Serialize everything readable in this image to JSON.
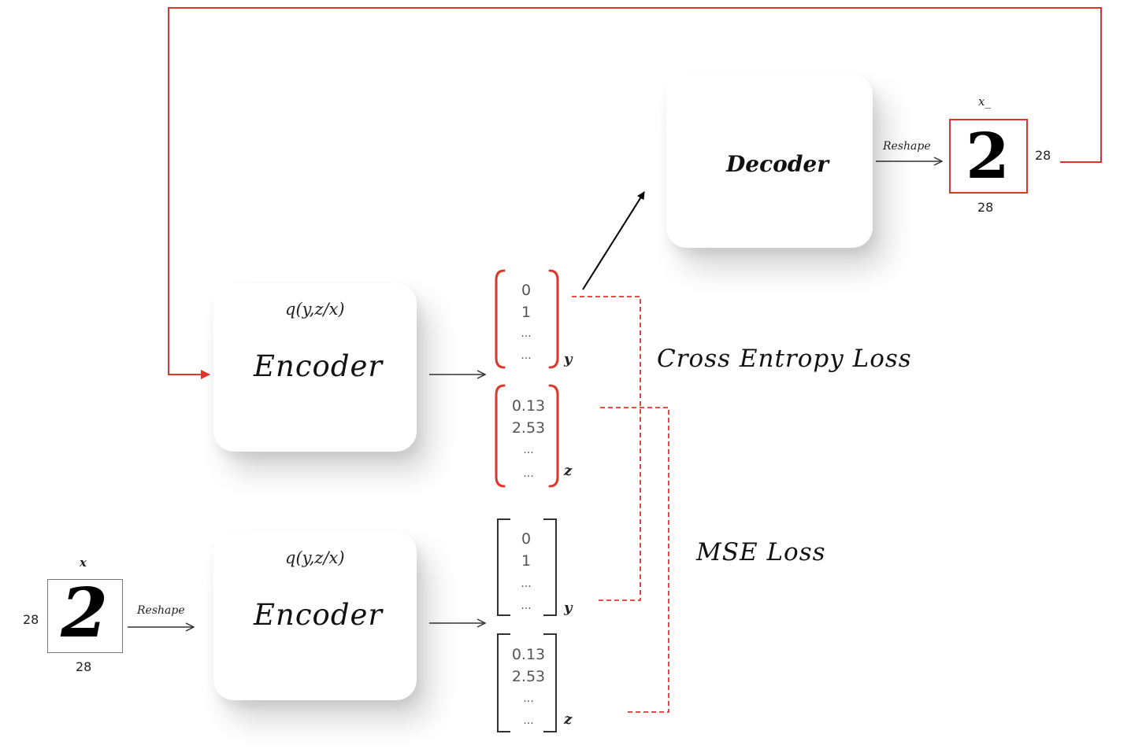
{
  "encoder_top": {
    "posterior": "q(y,z/x)",
    "name": "Encoder"
  },
  "encoder_bottom": {
    "posterior": "q(y,z/x)",
    "name": "Encoder"
  },
  "decoder": {
    "name": "Decoder"
  },
  "vector_y_top": {
    "values": [
      "0",
      "1",
      "...",
      "..."
    ],
    "label": "y"
  },
  "vector_z_top": {
    "values": [
      "0.13",
      "2.53",
      "...",
      "..."
    ],
    "label": "z"
  },
  "vector_y_bottom": {
    "values": [
      "0",
      "1",
      "...",
      "..."
    ],
    "label": "y"
  },
  "vector_z_bottom": {
    "values": [
      "0.13",
      "2.53",
      "...",
      "..."
    ],
    "label": "z"
  },
  "losses": {
    "cross_entropy": "Cross Entropy Loss",
    "mse": "MSE Loss"
  },
  "input_image": {
    "label": "x",
    "digit": "2",
    "height": "28",
    "width": "28",
    "reshape": "Reshape"
  },
  "output_image": {
    "label": "x_",
    "digit": "2",
    "height": "28",
    "width": "28",
    "reshape": "Reshape"
  },
  "colors": {
    "feedback": "#e0352b",
    "bracket_highlight": "#e0352b",
    "bracket_plain": "#333333"
  }
}
